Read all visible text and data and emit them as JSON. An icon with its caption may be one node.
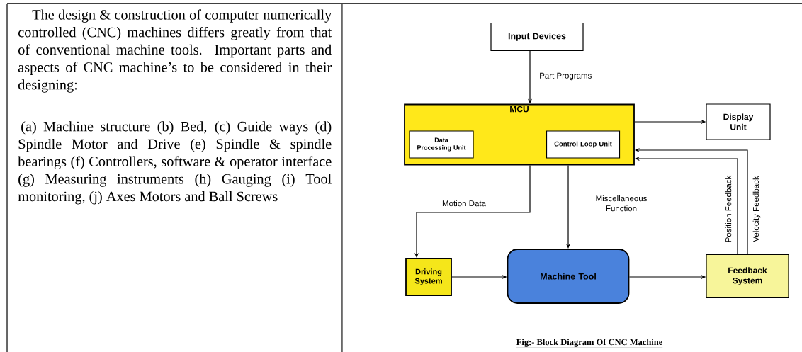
{
  "diagram": {
    "caption": "Fig:- Block Diagram Of CNC Machine",
    "nodes": [
      {
        "text": [
          "Input Devices"
        ]
      },
      {
        "text": [
          "MCU"
        ]
      },
      {
        "text": [
          "Data Processing Unit"
        ],
        "in": 1
      },
      {
        "text": [
          "Control Loop Unit"
        ],
        "in": 1
      },
      {
        "text": [
          "Display Unit"
        ]
      },
      {
        "text": [
          "Driving System"
        ]
      },
      {
        "text": [
          "Machine Tool"
        ]
      },
      {
        "text": [
          "Feedback System"
        ]
      }
    ],
    "edges": [
      {
        "from": 0,
        "to": 1,
        "arrow": "to",
        "label": "Part Programs"
      },
      {
        "from": 1,
        "to": 4,
        "arrow": "to"
      },
      {
        "from": 7,
        "to": 1,
        "arrow": "to",
        "label": "Position Feedback"
      },
      {
        "from": 7,
        "to": 1,
        "arrow": "to",
        "label": "Velocity Feedback"
      },
      {
        "from": 1,
        "to": 5,
        "arrow": "to",
        "label": "Motion Data"
      },
      {
        "from": 1,
        "to": 6,
        "arrow": "to",
        "label": "Miscellaneous Function"
      },
      {
        "from": 5,
        "to": 6,
        "arrow": "to"
      },
      {
        "from": 6,
        "to": 7,
        "arrow": "to"
      }
    ],
    "labels": [
      "The design & construction of computer numerically controlled (CNC) machines differs greatly from that of conventional machine tools. Important parts and aspects of CNC machine’s to be considered in their designing:",
      "(a) Machine structure (b) Bed, (c) Guide ways (d) Spindle Motor and Drive (e) Spindle & spindle bearings (f) Controllers, software & operator interface (g) Measuring instruments (h) Gauging (i) Tool monitoring, (j) Axes Motors and Ball Screws"
    ]
  }
}
